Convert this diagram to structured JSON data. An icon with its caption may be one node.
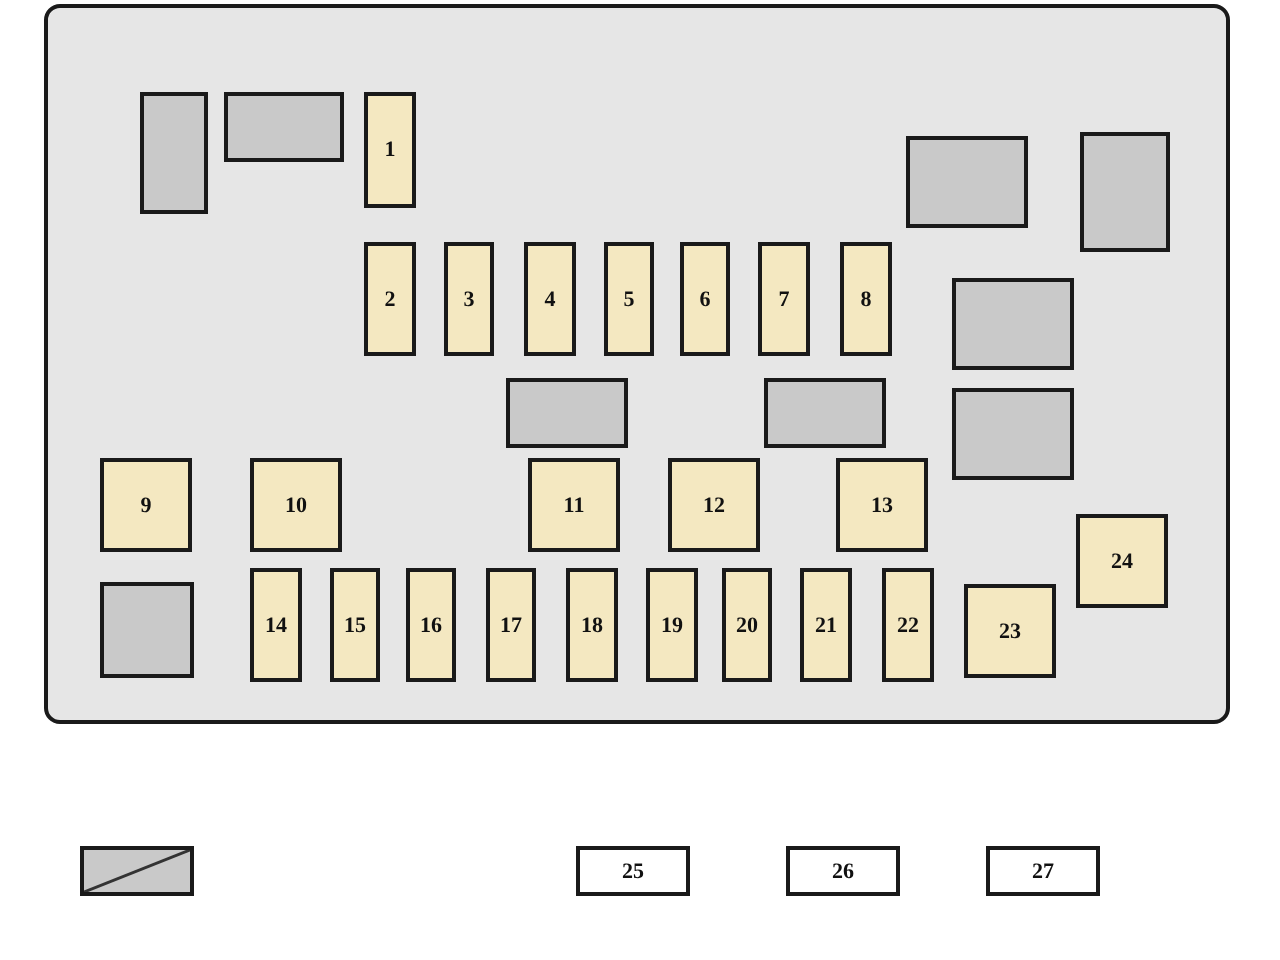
{
  "diagram": {
    "nodes": [
      {
        "text": [],
        "shape": "box"
      },
      {
        "text": [],
        "shape": "box",
        "in": 0
      },
      {
        "text": [],
        "shape": "box",
        "in": 0
      },
      {
        "text": [
          "1"
        ],
        "in": 0
      },
      {
        "text": [],
        "shape": "box",
        "in": 0
      },
      {
        "text": [],
        "shape": "box",
        "in": 0
      },
      {
        "text": [
          "2"
        ],
        "in": 0
      },
      {
        "text": [
          "3"
        ],
        "in": 0
      },
      {
        "text": [
          "4"
        ],
        "in": 0
      },
      {
        "text": [
          "5"
        ],
        "in": 0
      },
      {
        "text": [
          "6"
        ],
        "in": 0
      },
      {
        "text": [
          "7"
        ],
        "in": 0
      },
      {
        "text": [
          "8"
        ],
        "in": 0
      },
      {
        "text": [],
        "shape": "box",
        "in": 0
      },
      {
        "text": [],
        "shape": "box",
        "in": 0
      },
      {
        "text": [],
        "shape": "box",
        "in": 0
      },
      {
        "text": [],
        "shape": "box",
        "in": 0
      },
      {
        "text": [
          "9"
        ],
        "in": 0
      },
      {
        "text": [
          "10"
        ],
        "in": 0
      },
      {
        "text": [
          "11"
        ],
        "in": 0
      },
      {
        "text": [
          "12"
        ],
        "in": 0
      },
      {
        "text": [
          "13"
        ],
        "in": 0
      },
      {
        "text": [
          "24"
        ],
        "in": 0
      },
      {
        "text": [],
        "shape": "box",
        "in": 0
      },
      {
        "text": [
          "14"
        ],
        "in": 0
      },
      {
        "text": [
          "15"
        ],
        "in": 0
      },
      {
        "text": [
          "16"
        ],
        "in": 0
      },
      {
        "text": [
          "17"
        ],
        "in": 0
      },
      {
        "text": [
          "18"
        ],
        "in": 0
      },
      {
        "text": [
          "19"
        ],
        "in": 0
      },
      {
        "text": [
          "20"
        ],
        "in": 0
      },
      {
        "text": [
          "21"
        ],
        "in": 0
      },
      {
        "text": [
          "22"
        ],
        "in": 0
      },
      {
        "text": [
          "23"
        ],
        "in": 0
      },
      {
        "text": [],
        "shape": "box"
      },
      {
        "text": [
          "25"
        ]
      },
      {
        "text": [
          "26"
        ]
      },
      {
        "text": [
          "27"
        ]
      }
    ]
  }
}
